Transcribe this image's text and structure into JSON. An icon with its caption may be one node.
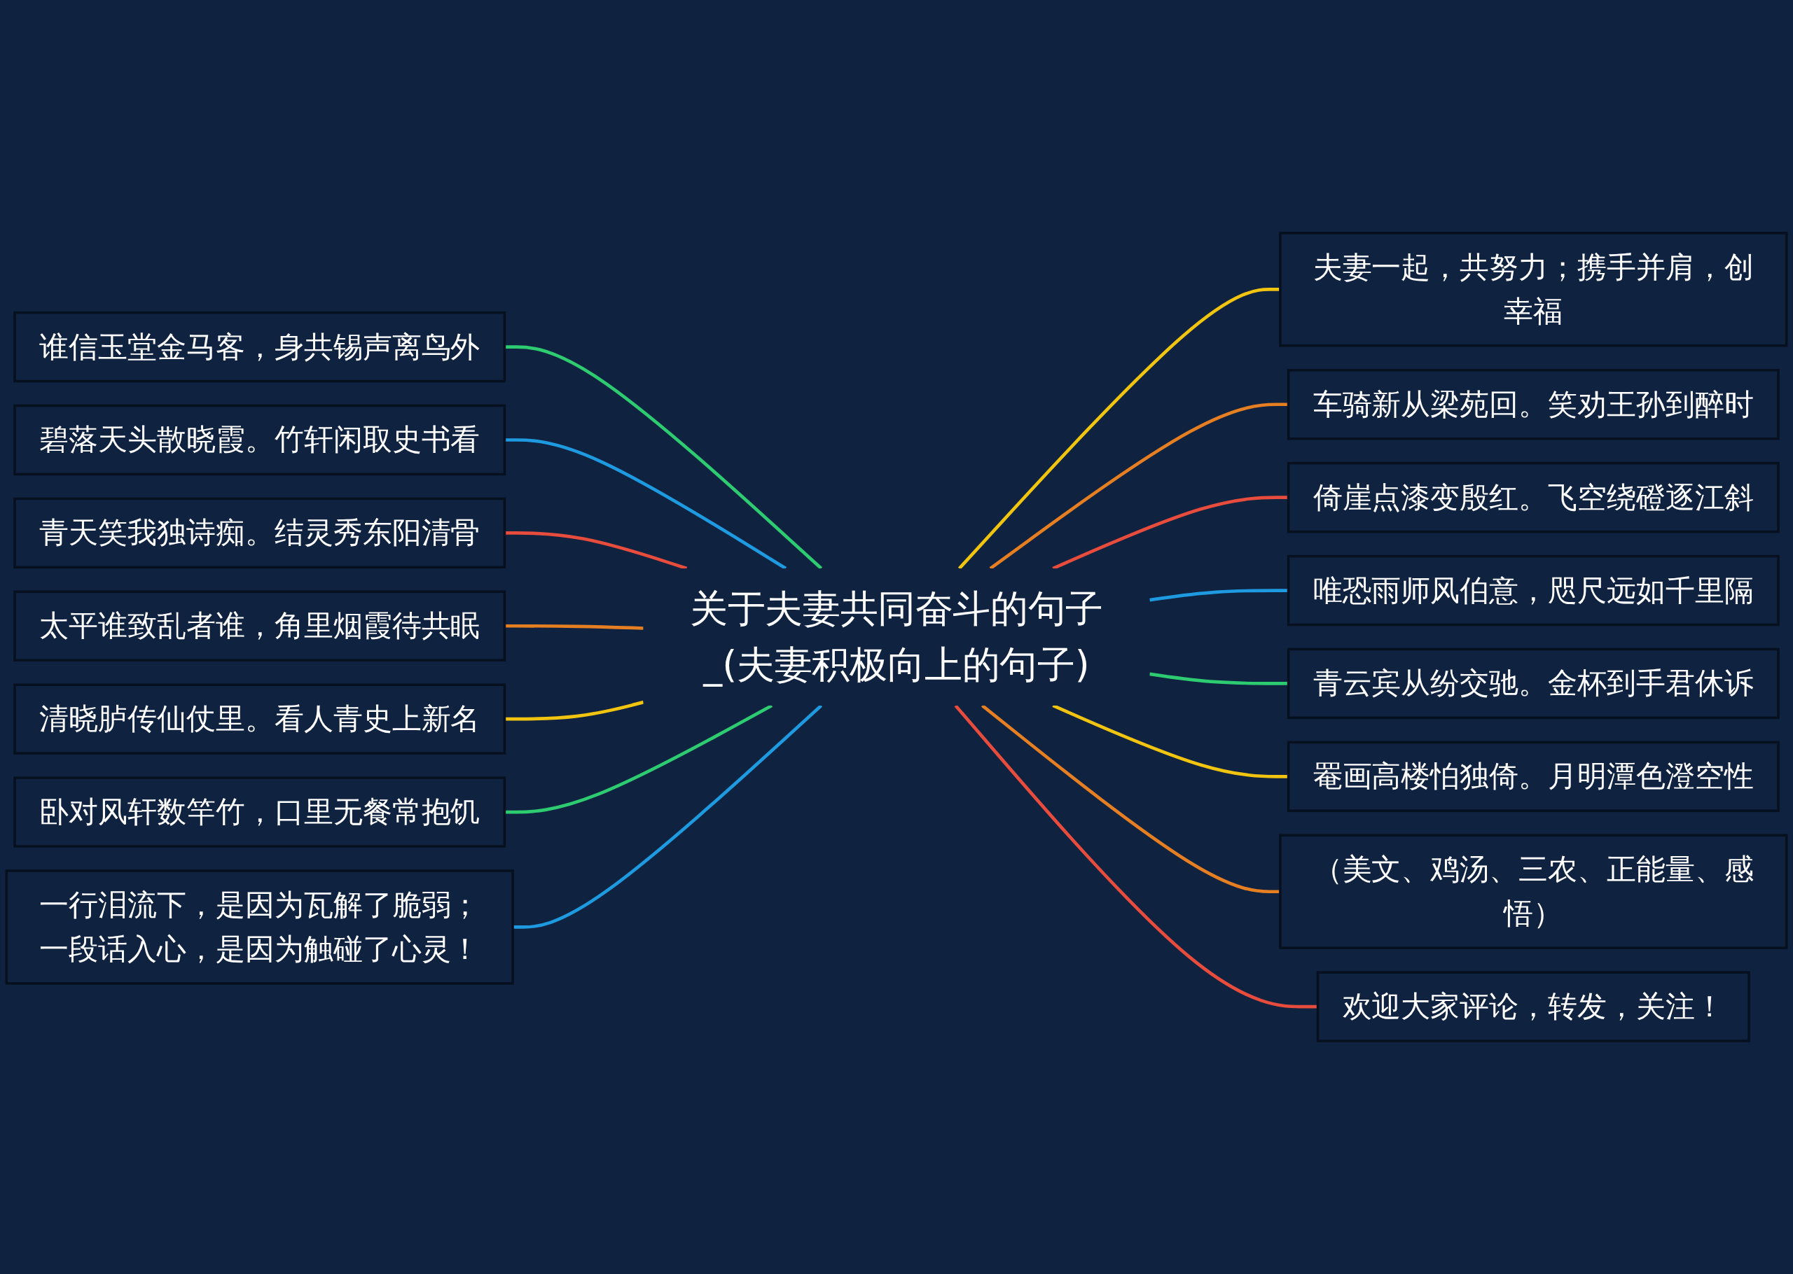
{
  "diagram": {
    "nodes": [
      {
        "text": [
          "关于夫妻共同奋斗的句子_(夫妻积极向上的句子)"
        ]
      },
      {
        "text": [
          "谁信玉堂金马客，身共锡声离鸟外"
        ]
      },
      {
        "text": [
          "碧落天头散晓霞。竹轩闲取史书看"
        ]
      },
      {
        "text": [
          "青天笑我独诗痴。结灵秀东阳清骨"
        ]
      },
      {
        "text": [
          "太平谁致乱者谁，角里烟霞待共眠"
        ]
      },
      {
        "text": [
          "清晓胪传仙仗里。看人青史上新名"
        ]
      },
      {
        "text": [
          "卧对风轩数竿竹，口里无餐常抱饥"
        ]
      },
      {
        "text": [
          "一行泪流下，是因为瓦解了脆弱；一段话入心，是因为触碰了心灵！"
        ]
      },
      {
        "text": [
          "夫妻一起，共努力；携手并肩，创幸福"
        ]
      },
      {
        "text": [
          "车骑新从梁苑回。笑劝王孙到醉时"
        ]
      },
      {
        "text": [
          "倚崖点漆变殷红。飞空绕磴逐江斜"
        ]
      },
      {
        "text": [
          "唯恐雨师风伯意，咫尺远如千里隔"
        ]
      },
      {
        "text": [
          "青云宾从纷交驰。金杯到手君休诉"
        ]
      },
      {
        "text": [
          "罨画高楼怕独倚。月明潭色澄空性"
        ]
      },
      {
        "text": [
          "（美文、鸡汤、三农、正能量、感悟）"
        ]
      },
      {
        "text": [
          "欢迎大家评论，转发，关注！"
        ]
      }
    ],
    "edges": [
      {
        "from": 0,
        "to": 1,
        "arrow": "none",
        "color": "#2ecc71"
      },
      {
        "from": 0,
        "to": 2,
        "arrow": "none",
        "color": "#1e9be0"
      },
      {
        "from": 0,
        "to": 3,
        "arrow": "none",
        "color": "#e74c3c"
      },
      {
        "from": 0,
        "to": 4,
        "arrow": "none",
        "color": "#e67e22"
      },
      {
        "from": 0,
        "to": 5,
        "arrow": "none",
        "color": "#f1c40f"
      },
      {
        "from": 0,
        "to": 6,
        "arrow": "none",
        "color": "#2ecc71"
      },
      {
        "from": 0,
        "to": 7,
        "arrow": "none",
        "color": "#1e9be0"
      },
      {
        "from": 0,
        "to": 8,
        "arrow": "none",
        "color": "#f1c40f"
      },
      {
        "from": 0,
        "to": 9,
        "arrow": "none",
        "color": "#e67e22"
      },
      {
        "from": 0,
        "to": 10,
        "arrow": "none",
        "color": "#e74c3c"
      },
      {
        "from": 0,
        "to": 11,
        "arrow": "none",
        "color": "#1e9be0"
      },
      {
        "from": 0,
        "to": 12,
        "arrow": "none",
        "color": "#2ecc71"
      },
      {
        "from": 0,
        "to": 13,
        "arrow": "none",
        "color": "#f1c40f"
      },
      {
        "from": 0,
        "to": 14,
        "arrow": "none",
        "color": "#e67e22"
      },
      {
        "from": 0,
        "to": 15,
        "arrow": "none",
        "color": "#e74c3c"
      }
    ]
  }
}
